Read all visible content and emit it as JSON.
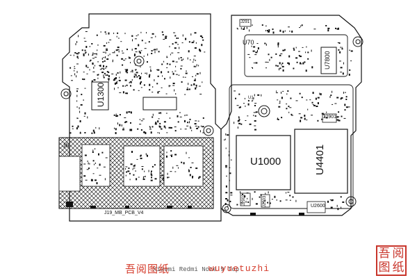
{
  "board": {
    "labels": {
      "u1000": "U1000",
      "u4401": "U4401",
      "u1300": "U1300",
      "u7800": "U7800",
      "u7000": "U70",
      "pcb": "J19_MB_PCB_V4",
      "j2901": "J2901",
      "j2902": "J2902",
      "j2903": "J2903",
      "u2600": "U2600",
      "conn_left": "J6",
      "conn_top": "J291",
      "u1_small": "U1"
    }
  },
  "watermark": {
    "chinese": "吾阅图纸",
    "url": "wuyuetuzhi",
    "behind_text": "Xiaomi Redmi Note 9 Top",
    "stamp_chars": [
      "吾",
      "阅",
      "图",
      "纸"
    ]
  },
  "colors": {
    "ink": "#111111",
    "hatch": "#222222",
    "watermark_red": "#d43a2a"
  }
}
